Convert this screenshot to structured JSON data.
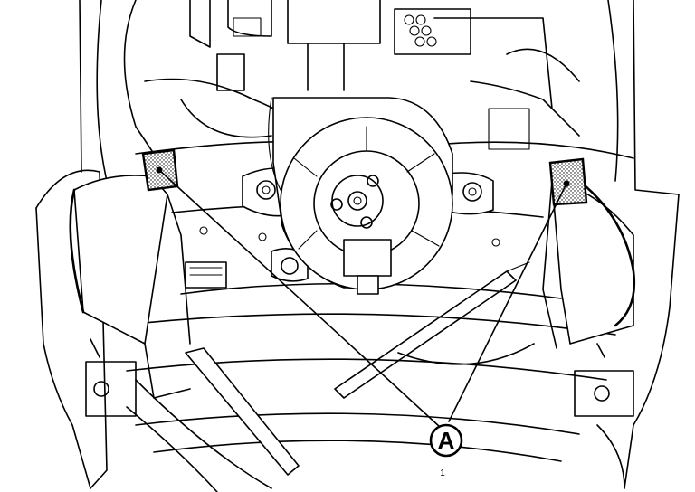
{
  "callout": {
    "label": "A",
    "sublabel": "1"
  },
  "colors": {
    "line": "#000000",
    "background": "#ffffff",
    "pad_fill": "stipple"
  }
}
